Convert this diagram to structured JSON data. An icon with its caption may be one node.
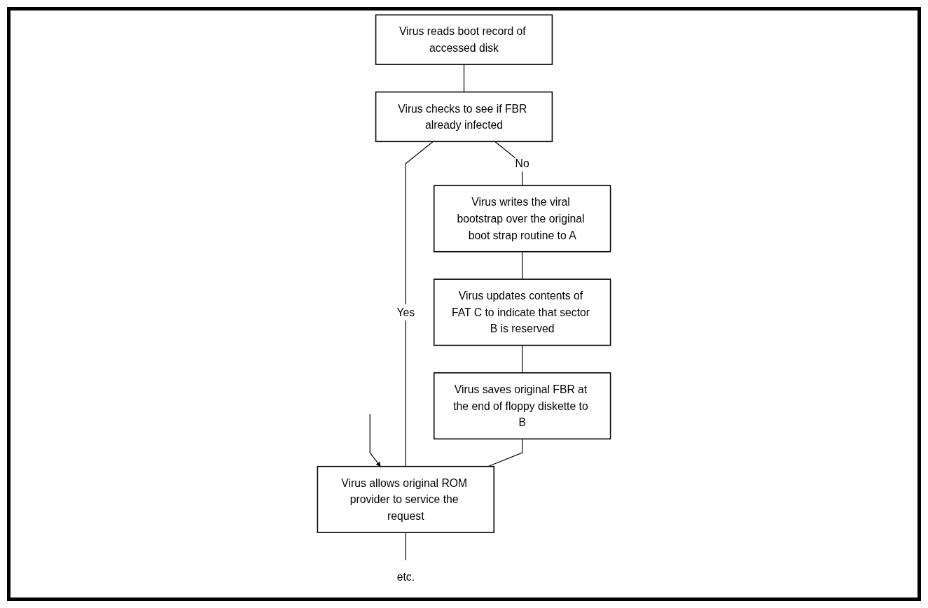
{
  "diagram": {
    "nodes": [
      {
        "text": [
          "Virus reads boot record of accessed disk"
        ]
      },
      {
        "text": [
          "Virus checks to see if FBR already infected"
        ]
      },
      {
        "text": [
          "Virus allows original ROM provider to service the request"
        ]
      },
      {
        "text": [
          "Virus writes the viral bootstrap over the original boot strap routine to A"
        ]
      },
      {
        "text": [
          "Virus updates contents of FAT C to indicate that sector B is reserved"
        ]
      },
      {
        "text": [
          "Virus saves original FBR at the end of floppy diskette to B"
        ]
      },
      {
        "text": [
          "etc."
        ]
      }
    ],
    "edges": [
      {
        "from": null,
        "to": 2,
        "arrow": "to"
      },
      {
        "from": 0,
        "to": 1,
        "arrow": "none"
      },
      {
        "from": 1,
        "to": 2,
        "label": "Yes",
        "arrow": "none"
      },
      {
        "from": 1,
        "to": 3,
        "label": "No",
        "arrow": "none"
      },
      {
        "from": 3,
        "to": 4,
        "arrow": "none"
      },
      {
        "from": 4,
        "to": 5,
        "arrow": "none"
      },
      {
        "from": 5,
        "to": 2,
        "arrow": "none"
      },
      {
        "from": 2,
        "to": 6,
        "arrow": "none"
      }
    ]
  }
}
